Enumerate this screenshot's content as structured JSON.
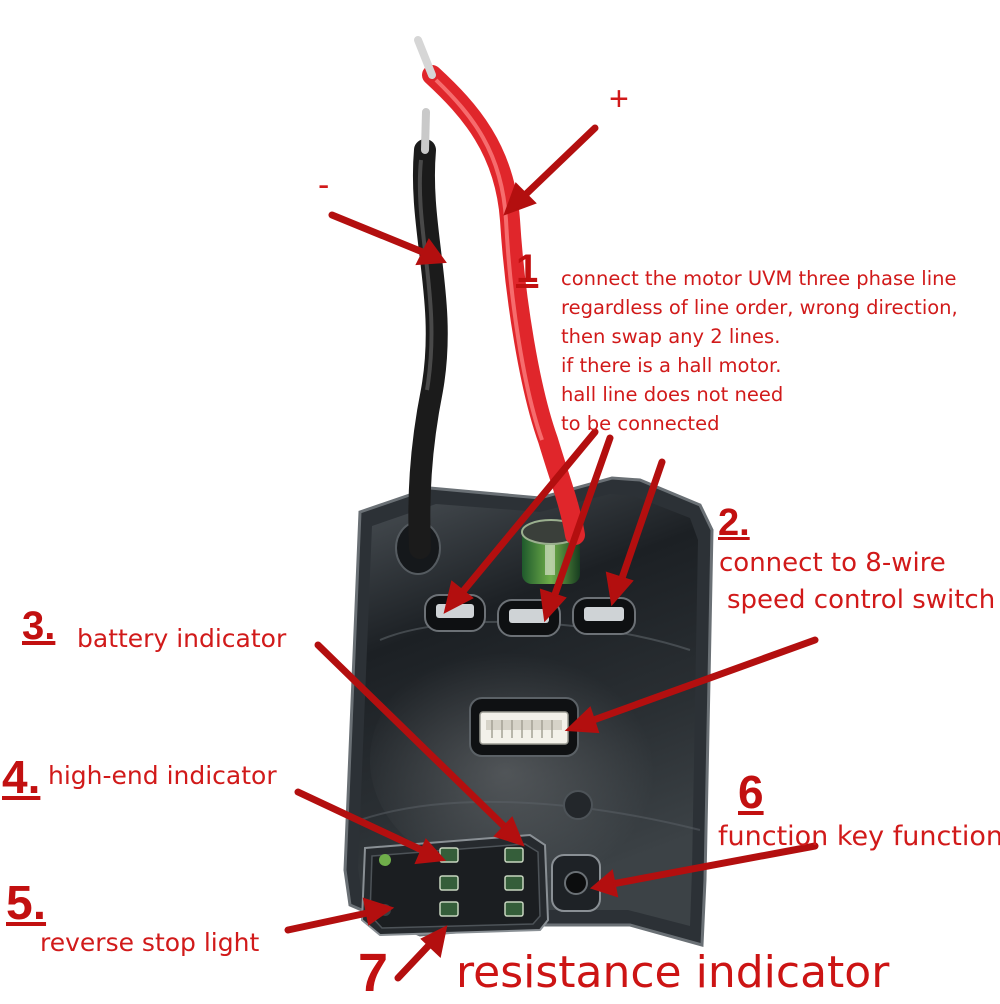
{
  "polarity": {
    "plus": "+",
    "minus": "-"
  },
  "callouts": [
    {
      "number": "1",
      "lines": [
        "connect the motor UVM three phase line",
        "regardless of line order, wrong direction,",
        "then swap any 2 lines.",
        " if there is a hall motor.",
        "hall line does not need",
        "to be connected"
      ]
    },
    {
      "number": "2.",
      "lines": [
        "connect to 8-wire",
        "speed control switch"
      ]
    },
    {
      "number": "3.",
      "label": "battery indicator"
    },
    {
      "number": "4.",
      "label": "high-end indicator"
    },
    {
      "number": "5.",
      "label": "reverse stop light"
    },
    {
      "number": "6",
      "label": "function key function"
    },
    {
      "number": "7",
      "label": "resistance indicator"
    }
  ],
  "colors": {
    "annotation": "#d11a1a",
    "arrow": "#b30f0f",
    "board": "#1f2326",
    "red_wire": "#e0262b",
    "black_wire": "#1b1b1b"
  }
}
